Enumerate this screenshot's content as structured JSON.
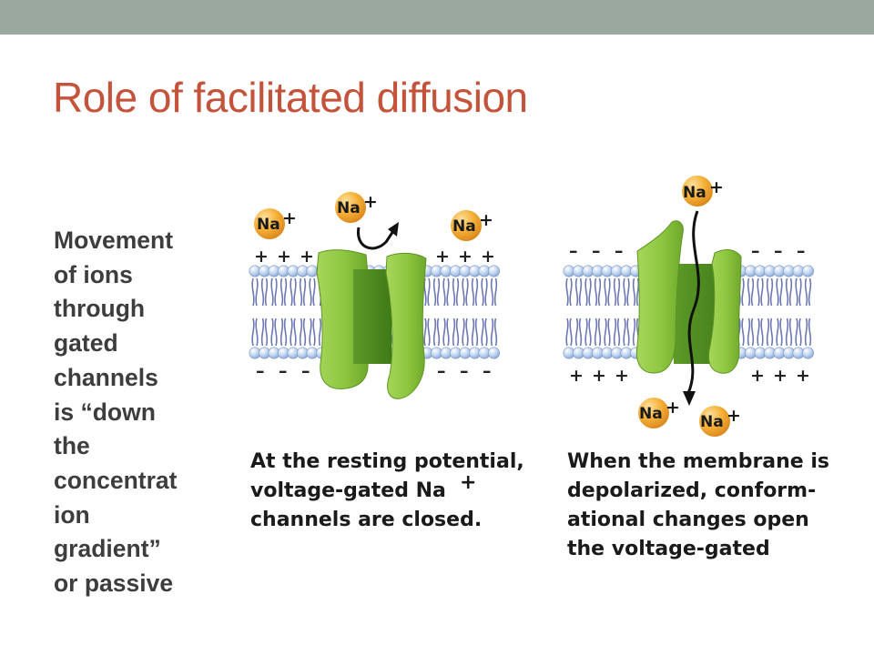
{
  "slide": {
    "title": "Role of facilitated diffusion",
    "body_lines": [
      "Movement",
      "of ions",
      "through",
      "gated",
      "channels",
      "is “down",
      "the",
      "concentrat",
      "ion",
      "gradient”",
      "or passive"
    ]
  },
  "diagram": {
    "ion_label": "Na",
    "ion_charge": "+",
    "closed": {
      "top_charges": [
        "+",
        "+",
        "+"
      ],
      "bottom_charges": [
        "–",
        "–",
        "–"
      ],
      "caption_lines": [
        "At the resting potential,",
        "voltage-gated Na",
        "channels are closed."
      ],
      "caption_superscript": "+"
    },
    "open": {
      "top_charges": [
        "–",
        "–",
        "–"
      ],
      "bottom_charges": [
        "+",
        "+",
        "+"
      ],
      "caption_lines": [
        "When the membrane is",
        "depolarized, conform-",
        "ational changes open",
        "the voltage-gated"
      ]
    }
  },
  "colors": {
    "title": "#c3533a",
    "top_bar": "#9aa89f",
    "channel_green": "#8cc63e",
    "channel_dark": "#4d8a1e",
    "ion_orange": "#f2a623",
    "lipid_head": "#aac4e8"
  }
}
